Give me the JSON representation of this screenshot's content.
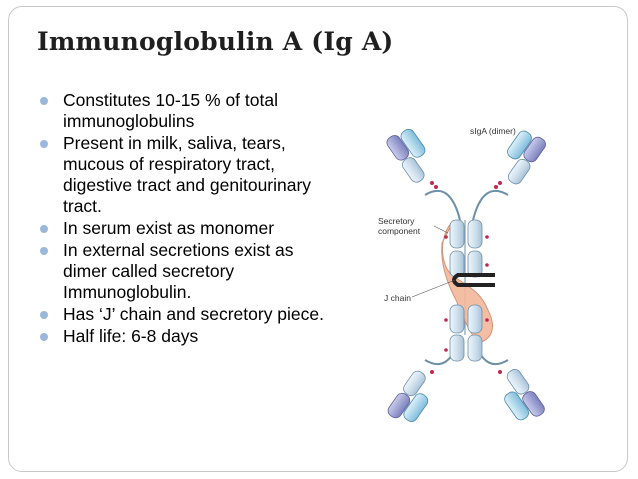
{
  "slide": {
    "title": "Immunoglobulin A (Ig A)",
    "bullets": [
      "Constitutes 10-15 % of total immunoglobulins",
      "Present in milk, saliva, tears, mucous of respiratory tract, digestive tract and genitourinary tract.",
      "In serum exist as monomer",
      "In external secretions exist as dimer called secretory Immunoglobulin.",
      "Has ‘J’ chain and secretory piece.",
      "Half life: 6-8 days"
    ]
  },
  "figure": {
    "labels": {
      "siga": "sIgA (dimer)",
      "secretory_1": "Secretory",
      "secretory_2": "component",
      "jchain": "J chain"
    }
  },
  "colors": {
    "bullet": "#9cb7dc",
    "heavy_chain": "#cfe0ee",
    "light_chain": "#9fd0e8",
    "variable_domain": "#8e94cc",
    "secretory_component": "#f2b79a",
    "disulfide": "#c0284d"
  }
}
